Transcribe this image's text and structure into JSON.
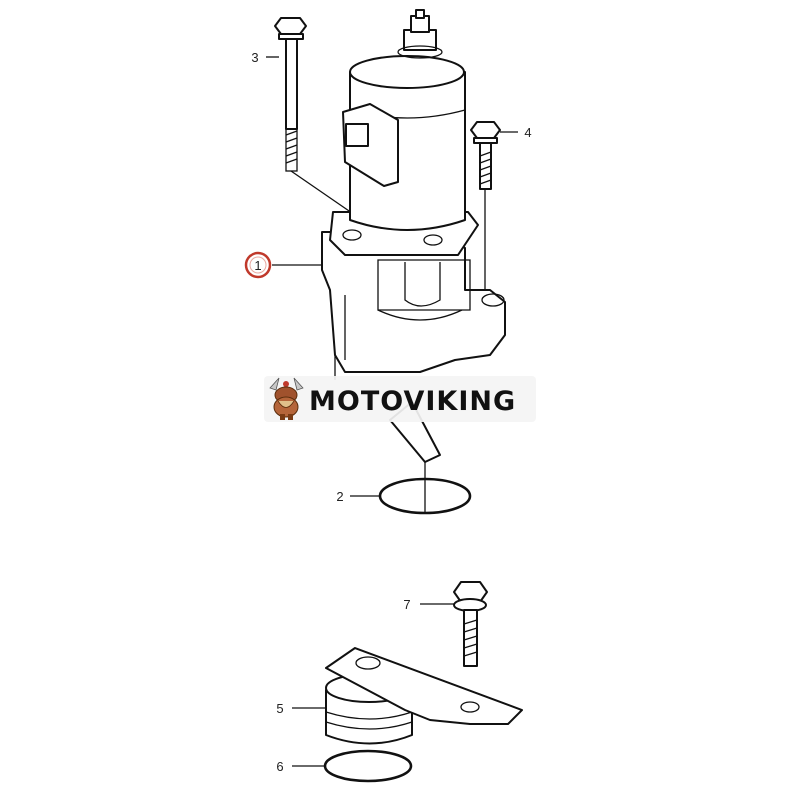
{
  "diagram": {
    "callouts": [
      {
        "id": "c1",
        "label": "1",
        "highlighted": true
      },
      {
        "id": "c2",
        "label": "2"
      },
      {
        "id": "c3",
        "label": "3"
      },
      {
        "id": "c4",
        "label": "4"
      },
      {
        "id": "c5",
        "label": "5"
      },
      {
        "id": "c6",
        "label": "6"
      },
      {
        "id": "c7",
        "label": "7"
      }
    ],
    "highlight_color": "#c0392b"
  },
  "watermark": {
    "text": "MOTOVIKING",
    "logo": "viking-mascot-icon"
  }
}
